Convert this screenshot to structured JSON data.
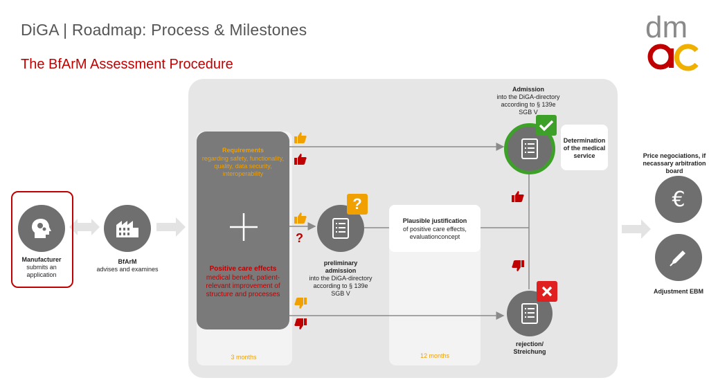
{
  "header": {
    "title": "DiGA | Roadmap: Process & Milestones",
    "subtitle": "The BfArM Assessment Procedure"
  },
  "logo": {
    "line1": "dm",
    "line2": "ac"
  },
  "manufacturer": {
    "title": "Manufacturer",
    "desc": "submits an application"
  },
  "bfarm": {
    "title": "BfArM",
    "desc": "advises and examines"
  },
  "requirements": {
    "title": "Requirements",
    "body": "regarding safety, functionality, quality, data security, interoperability"
  },
  "positive_effects": {
    "title": "Positive care effects",
    "body": "medical benefit, patient-relevant improvement of structure and processes"
  },
  "durations": {
    "first": "3 months",
    "second": "12 months"
  },
  "preliminary": {
    "title": "preliminary admission",
    "body": "into the DiGA-directory according to § 139e SGB V",
    "badge": "?"
  },
  "question_mark": "?",
  "plausible": {
    "title": "Plausible justification",
    "body": "of positive care effects, evaluationconcept"
  },
  "admission": {
    "title": "Admission",
    "body": "into the DiGA-directory according to § 139e SGB V"
  },
  "determination": {
    "label": "Determination of the medical service"
  },
  "rejection": {
    "label": "rejection/ Streichung"
  },
  "price": {
    "label": "Price negociations, if necassary arbitration board"
  },
  "adjustment": {
    "label": "Adjustment EBM"
  },
  "euro_symbol": "€",
  "colors": {
    "accent_red": "#c00000",
    "orange": "#f0a000",
    "green": "#3da028",
    "grey": "#6f6f6f"
  },
  "icons": [
    "head-gears-icon",
    "building-icon",
    "document-icon",
    "check-icon",
    "cross-icon",
    "euro-icon",
    "pen-icon",
    "thumbs-up-icon",
    "thumbs-down-icon"
  ]
}
